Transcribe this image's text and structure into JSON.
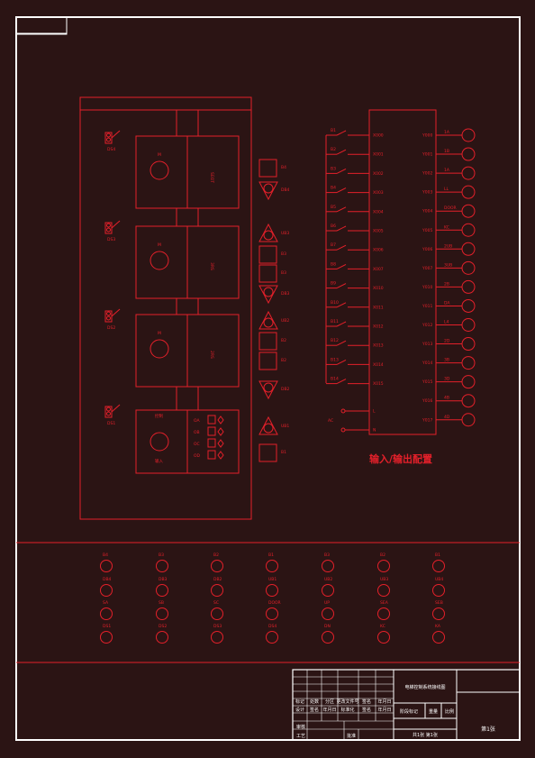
{
  "drawing": {
    "title": "输入/输出配置",
    "colors": {
      "background": "#2b1414",
      "line": "#e3202a",
      "border": "#ffffff"
    }
  },
  "panel": {
    "floors": [
      {
        "switch_label": "DS4",
        "motor_label": "M",
        "box_label": "SEOT",
        "y": 0
      },
      {
        "switch_label": "DS3",
        "motor_label": "M",
        "box_label": "3RS",
        "y": 1
      },
      {
        "switch_label": "DS2",
        "motor_label": "M",
        "box_label": "2RS",
        "y": 2
      },
      {
        "switch_label": "DS1",
        "motor_label": "M",
        "box_label": "",
        "y": 3
      }
    ],
    "control_box": {
      "top_label": "控制",
      "bottom_label": "输入",
      "rows": [
        "OA",
        "OB",
        "OC",
        "OD"
      ]
    },
    "side_items": [
      {
        "kind": "square",
        "label": "B4"
      },
      {
        "kind": "tri-down",
        "label": "DB4"
      },
      {
        "kind": "tri-up",
        "label": "UB3"
      },
      {
        "kind": "square",
        "label": "B3"
      },
      {
        "kind": "square",
        "label": "B3"
      },
      {
        "kind": "tri-down",
        "label": "DB3"
      },
      {
        "kind": "tri-up",
        "label": "UB2"
      },
      {
        "kind": "square",
        "label": "B2"
      },
      {
        "kind": "square",
        "label": "B2"
      },
      {
        "kind": "tri-down",
        "label": "DB2"
      },
      {
        "kind": "tri-up",
        "label": "UB1"
      },
      {
        "kind": "square",
        "label": "B1"
      }
    ]
  },
  "plc": {
    "inputs": [
      {
        "sw": "B1",
        "port": "X000"
      },
      {
        "sw": "B2",
        "port": "X001"
      },
      {
        "sw": "B3",
        "port": "X002"
      },
      {
        "sw": "B4",
        "port": "X003"
      },
      {
        "sw": "B5",
        "port": "X004"
      },
      {
        "sw": "B6",
        "port": "X005"
      },
      {
        "sw": "B7",
        "port": "X006"
      },
      {
        "sw": "B8",
        "port": "X007"
      },
      {
        "sw": "B9",
        "port": "X010"
      },
      {
        "sw": "B10",
        "port": "X011"
      },
      {
        "sw": "B11",
        "port": "X012"
      },
      {
        "sw": "B12",
        "port": "X013"
      },
      {
        "sw": "B13",
        "port": "X014"
      },
      {
        "sw": "B14",
        "port": "X015"
      }
    ],
    "power": {
      "l": "L",
      "n": "N",
      "label": "AC"
    },
    "outputs": [
      {
        "port": "Y000",
        "lamp": "1A"
      },
      {
        "port": "Y001",
        "lamp": "1B"
      },
      {
        "port": "Y002",
        "lamp": "1A"
      },
      {
        "port": "Y003",
        "lamp": "LL"
      },
      {
        "port": "Y004",
        "lamp": "DOOR"
      },
      {
        "port": "Y005",
        "lamp": "KC"
      },
      {
        "port": "Y006",
        "lamp": "2UB"
      },
      {
        "port": "Y007",
        "lamp": "3UB"
      },
      {
        "port": "Y010",
        "lamp": "2B"
      },
      {
        "port": "Y011",
        "lamp": "DA"
      },
      {
        "port": "Y012",
        "lamp": "L4"
      },
      {
        "port": "Y013",
        "lamp": "2D"
      },
      {
        "port": "Y014",
        "lamp": "3B"
      },
      {
        "port": "Y015",
        "lamp": "3D"
      },
      {
        "port": "Y016",
        "lamp": "4B"
      },
      {
        "port": "Y017",
        "lamp": "4D"
      }
    ]
  },
  "lamp_grid": [
    [
      "B4",
      "B3",
      "B2",
      "B1",
      "B3",
      "B2",
      "B1"
    ],
    [
      "DB4",
      "DB3",
      "DB2",
      "UB1",
      "UB2",
      "UB3",
      "UB4"
    ],
    [
      "SA",
      "SB",
      "SC",
      "DOOR",
      "UP",
      "SEA",
      "SEB"
    ],
    [
      "DS1",
      "DS2",
      "DS3",
      "DS4",
      "DN",
      "KC",
      "KA"
    ]
  ],
  "title_block": {
    "name": "电梯控制系统接线图",
    "row_labels": [
      "标记",
      "处数",
      "分区",
      "更改文件号",
      "签名",
      "年月日"
    ],
    "row2": [
      "设计",
      "签名",
      "年月日",
      "标准化",
      "签名",
      "年月日"
    ],
    "review": "审核",
    "process": "工艺",
    "approve": "批准",
    "stage": "阶段标记",
    "weight": "重量",
    "scale": "比例",
    "sheets": "共1张 第1张",
    "page": "第1张"
  }
}
